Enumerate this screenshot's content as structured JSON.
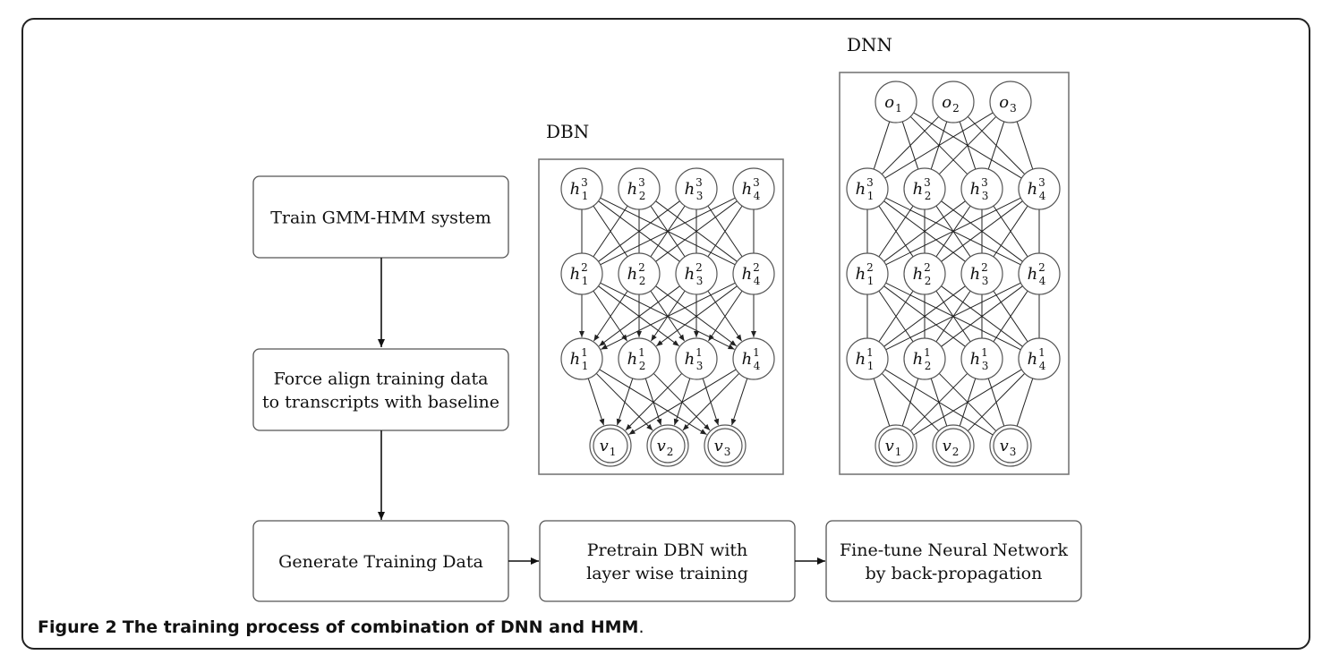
{
  "figure": {
    "caption_label": "Figure 2",
    "caption_text": "The training process of combination of DNN and HMM",
    "caption_end": "."
  },
  "flow_steps": [
    {
      "id": "train_gmm",
      "lines": [
        "Train GMM-HMM system"
      ]
    },
    {
      "id": "force_align",
      "lines": [
        "Force align training data",
        "to transcripts with baseline"
      ]
    },
    {
      "id": "generate",
      "lines": [
        "Generate Training Data"
      ]
    },
    {
      "id": "pretrain",
      "lines": [
        "Pretrain DBN with",
        "layer wise training"
      ]
    },
    {
      "id": "finetune",
      "lines": [
        "Fine-tune Neural Network",
        "by back-propagation"
      ]
    }
  ],
  "dbn": {
    "title": "DBN",
    "layers": [
      {
        "name": "h3",
        "nodes": [
          [
            "h",
            "1",
            "3"
          ],
          [
            "h",
            "2",
            "3"
          ],
          [
            "h",
            "3",
            "3"
          ],
          [
            "h",
            "4",
            "3"
          ]
        ]
      },
      {
        "name": "h2",
        "nodes": [
          [
            "h",
            "1",
            "2"
          ],
          [
            "h",
            "2",
            "2"
          ],
          [
            "h",
            "3",
            "2"
          ],
          [
            "h",
            "4",
            "2"
          ]
        ]
      },
      {
        "name": "h1",
        "nodes": [
          [
            "h",
            "1",
            "1"
          ],
          [
            "h",
            "2",
            "1"
          ],
          [
            "h",
            "3",
            "1"
          ],
          [
            "h",
            "4",
            "1"
          ]
        ]
      },
      {
        "name": "v",
        "nodes": [
          [
            "v",
            "1",
            ""
          ],
          [
            "v",
            "2",
            ""
          ],
          [
            "v",
            "3",
            ""
          ]
        ]
      }
    ]
  },
  "dnn": {
    "title": "DNN",
    "layers": [
      {
        "name": "o",
        "nodes": [
          [
            "o",
            "1",
            ""
          ],
          [
            "o",
            "2",
            ""
          ],
          [
            "o",
            "3",
            ""
          ]
        ]
      },
      {
        "name": "h3",
        "nodes": [
          [
            "h",
            "1",
            "3"
          ],
          [
            "h",
            "2",
            "3"
          ],
          [
            "h",
            "3",
            "3"
          ],
          [
            "h",
            "4",
            "3"
          ]
        ]
      },
      {
        "name": "h2",
        "nodes": [
          [
            "h",
            "1",
            "2"
          ],
          [
            "h",
            "2",
            "2"
          ],
          [
            "h",
            "3",
            "2"
          ],
          [
            "h",
            "4",
            "2"
          ]
        ]
      },
      {
        "name": "h1",
        "nodes": [
          [
            "h",
            "1",
            "1"
          ],
          [
            "h",
            "2",
            "1"
          ],
          [
            "h",
            "3",
            "1"
          ],
          [
            "h",
            "4",
            "1"
          ]
        ]
      },
      {
        "name": "v",
        "nodes": [
          [
            "v",
            "1",
            ""
          ],
          [
            "v",
            "2",
            ""
          ],
          [
            "v",
            "3",
            ""
          ]
        ]
      }
    ]
  }
}
